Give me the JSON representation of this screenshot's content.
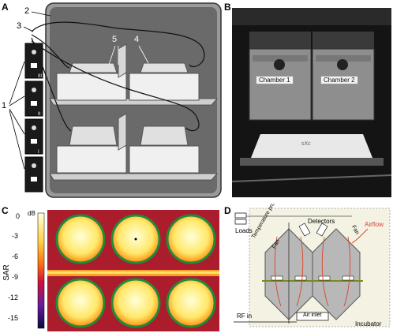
{
  "panels": {
    "a": {
      "label": "A",
      "callouts": [
        "1",
        "2",
        "3",
        "4",
        "5"
      ],
      "roman": [
        "III",
        "II",
        "I"
      ]
    },
    "b": {
      "label": "B",
      "chamber1": "Chamber 1",
      "chamber2": "Chamber 2",
      "logo": "sXc"
    },
    "c": {
      "label": "C",
      "unit": "dB",
      "ylabel": "SAR",
      "ticks": [
        "0",
        "-3",
        "-6",
        "-9",
        "-12",
        "-15"
      ]
    },
    "d": {
      "label": "D",
      "loads": "Loads",
      "detectors": "Detectors",
      "temperature_probe": "Temperature probe",
      "fan_left": "Fan",
      "fan_right": "Fan",
      "airflow": "Airflow",
      "rf_in": "RF in",
      "air_inlet": "Air inlet",
      "incubator": "Incubator"
    }
  },
  "colors": {
    "airflow": "#d9442b",
    "heatmap_ring": "#1f8c3a",
    "background_panel_d": "#f4f2e3"
  }
}
